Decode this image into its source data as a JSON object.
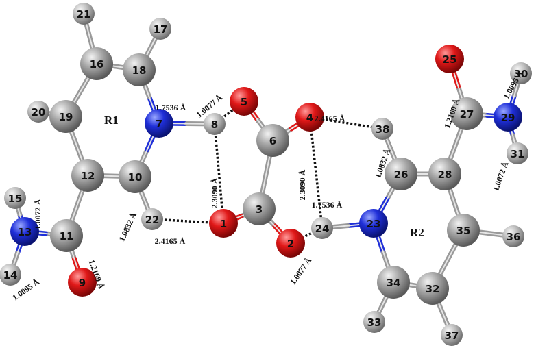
{
  "colors": {
    "carbon": "#8e8e8e",
    "hydrogen": "#b0b0b0",
    "nitrogen": "#1f2fd8",
    "oxygen": "#e01818",
    "bond": "#9a9a9a",
    "hbond": "#111111"
  },
  "ring_labels": {
    "r1": "R1",
    "r2": "R2"
  },
  "atoms": [
    {
      "id": "1",
      "el": "O"
    },
    {
      "id": "2",
      "el": "O"
    },
    {
      "id": "3",
      "el": "C"
    },
    {
      "id": "4",
      "el": "O"
    },
    {
      "id": "5",
      "el": "O"
    },
    {
      "id": "6",
      "el": "C"
    },
    {
      "id": "7",
      "el": "N"
    },
    {
      "id": "8",
      "el": "H"
    },
    {
      "id": "9",
      "el": "O"
    },
    {
      "id": "10",
      "el": "C"
    },
    {
      "id": "11",
      "el": "C"
    },
    {
      "id": "12",
      "el": "C"
    },
    {
      "id": "13",
      "el": "N"
    },
    {
      "id": "14",
      "el": "H"
    },
    {
      "id": "15",
      "el": "H"
    },
    {
      "id": "16",
      "el": "C"
    },
    {
      "id": "17",
      "el": "H"
    },
    {
      "id": "18",
      "el": "C"
    },
    {
      "id": "19",
      "el": "C"
    },
    {
      "id": "20",
      "el": "H"
    },
    {
      "id": "21",
      "el": "H"
    },
    {
      "id": "22",
      "el": "H"
    },
    {
      "id": "23",
      "el": "N"
    },
    {
      "id": "24",
      "el": "H"
    },
    {
      "id": "25",
      "el": "O"
    },
    {
      "id": "26",
      "el": "C"
    },
    {
      "id": "27",
      "el": "C"
    },
    {
      "id": "28",
      "el": "C"
    },
    {
      "id": "29",
      "el": "N"
    },
    {
      "id": "30",
      "el": "H"
    },
    {
      "id": "31",
      "el": "H"
    },
    {
      "id": "32",
      "el": "C"
    },
    {
      "id": "33",
      "el": "H"
    },
    {
      "id": "34",
      "el": "C"
    },
    {
      "id": "35",
      "el": "C"
    },
    {
      "id": "36",
      "el": "H"
    },
    {
      "id": "37",
      "el": "H"
    },
    {
      "id": "38",
      "el": "H"
    }
  ],
  "bonds": [
    [
      "16",
      "18"
    ],
    [
      "16",
      "19"
    ],
    [
      "19",
      "12"
    ],
    [
      "12",
      "10"
    ],
    [
      "10",
      "7"
    ],
    [
      "7",
      "18"
    ],
    [
      "16",
      "21"
    ],
    [
      "18",
      "17"
    ],
    [
      "19",
      "20"
    ],
    [
      "10",
      "22"
    ],
    [
      "7",
      "8"
    ],
    [
      "12",
      "11"
    ],
    [
      "11",
      "9"
    ],
    [
      "11",
      "13"
    ],
    [
      "13",
      "15"
    ],
    [
      "13",
      "14"
    ],
    [
      "5",
      "6"
    ],
    [
      "6",
      "4"
    ],
    [
      "6",
      "3"
    ],
    [
      "3",
      "1"
    ],
    [
      "3",
      "2"
    ],
    [
      "28",
      "26"
    ],
    [
      "26",
      "23"
    ],
    [
      "23",
      "34"
    ],
    [
      "34",
      "32"
    ],
    [
      "32",
      "35"
    ],
    [
      "35",
      "28"
    ],
    [
      "26",
      "38"
    ],
    [
      "23",
      "24"
    ],
    [
      "34",
      "33"
    ],
    [
      "32",
      "37"
    ],
    [
      "35",
      "36"
    ],
    [
      "28",
      "27"
    ],
    [
      "27",
      "25"
    ],
    [
      "27",
      "29"
    ],
    [
      "29",
      "30"
    ],
    [
      "29",
      "31"
    ]
  ],
  "hbonds": [
    [
      "8",
      "5"
    ],
    [
      "8",
      "1"
    ],
    [
      "22",
      "1"
    ],
    [
      "4",
      "38"
    ],
    [
      "4",
      "24"
    ],
    [
      "24",
      "2"
    ]
  ],
  "distances": [
    {
      "text": "1.7536 Å"
    },
    {
      "text": "1.0077 Å"
    },
    {
      "text": "2.3090 Å"
    },
    {
      "text": "1.0832 Å"
    },
    {
      "text": "2.4165 Å"
    },
    {
      "text": "1.0072 Å"
    },
    {
      "text": "1.0095 Å"
    },
    {
      "text": "1.2169 Å"
    },
    {
      "text": "2.4165 Å"
    },
    {
      "text": "1.0832 Å"
    },
    {
      "text": "2.3090 Å"
    },
    {
      "text": "1.7536 Å"
    },
    {
      "text": "1.0077 Å"
    },
    {
      "text": "1.2169 Å"
    },
    {
      "text": "1.0095 Å"
    },
    {
      "text": "1.0072 Å"
    }
  ]
}
